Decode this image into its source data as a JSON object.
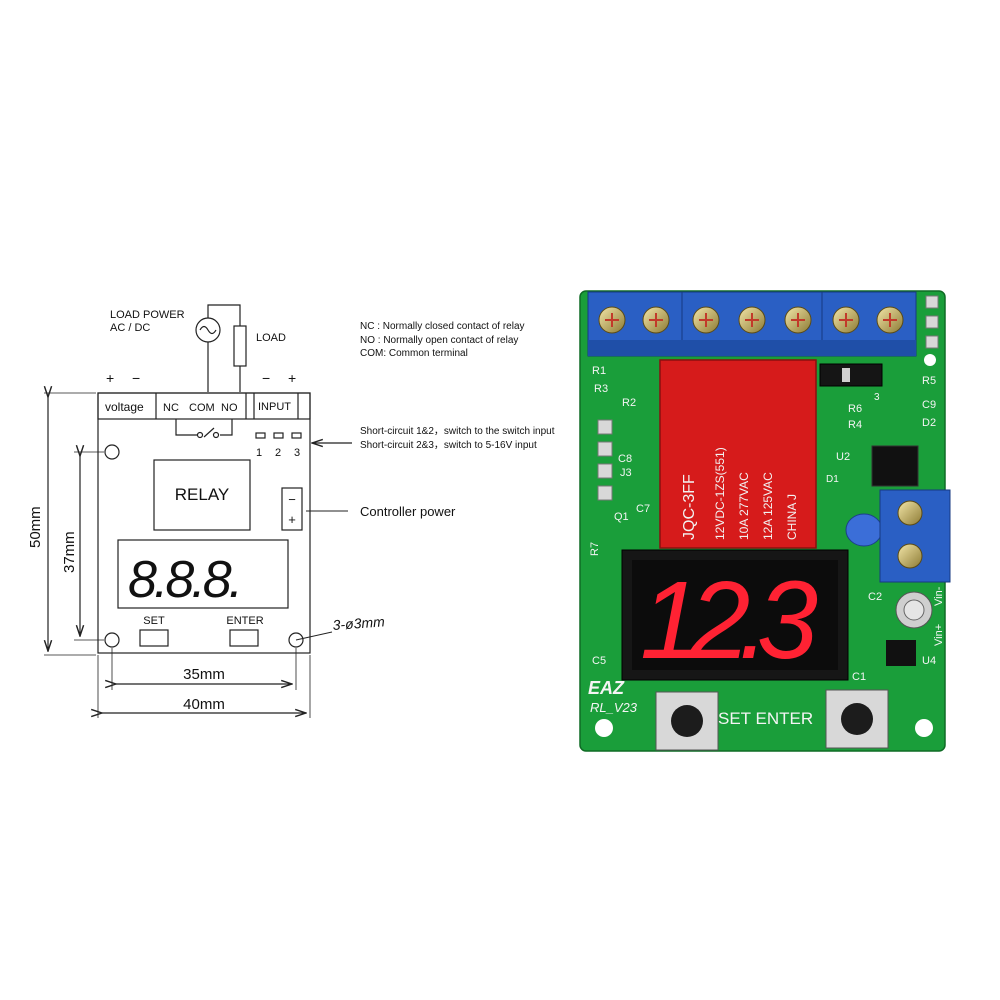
{
  "load_power": {
    "line1": "LOAD  POWER",
    "line2": "AC / DC"
  },
  "load_label": "LOAD",
  "polarity": {
    "plus": "+",
    "minus": "−"
  },
  "terminals": {
    "voltage": "voltage",
    "nc": "NC",
    "com": "COM",
    "no": "NO",
    "input": "INPUT"
  },
  "input_pins": [
    "1",
    "2",
    "3"
  ],
  "legend": [
    "NC :  Normally closed contact of relay",
    "NO :  Normally open   contact of relay",
    "COM: Common terminal"
  ],
  "short_circuit": [
    "Short-circuit 1&2，switch to the switch input",
    "Short-circuit 2&3，switch to  5-16V input"
  ],
  "relay_label": "RELAY",
  "display_text": "8.8.8.",
  "buttons": {
    "set": "SET",
    "enter": "ENTER"
  },
  "controller_power": "Controller power",
  "dimensions": {
    "height": "50mm",
    "inner_height": "37mm",
    "hole_spacing": "35mm",
    "width": "40mm",
    "holes": "3-ø3mm"
  },
  "photo": {
    "board_color": "#1a9e3a",
    "terminal_color": "#2a5fc4",
    "relay_model": "JQC-3FF",
    "relay_lines": [
      "12VDC-1ZS(551)",
      "10A 277VAC",
      "12A 125VAC",
      "CHINA   J"
    ],
    "led_digits": "12.3",
    "led_color": "#ff2233",
    "silkscreen": {
      "brand": "EAZ",
      "version": "RL_V23",
      "buttons": "SET ENTER",
      "refs": [
        "R1",
        "R2",
        "R3",
        "C8",
        "J3",
        "C7",
        "Q1",
        "R7",
        "R6",
        "R4",
        "R5",
        "C9",
        "D2",
        "U2",
        "D1",
        "C5",
        "C2",
        "C1",
        "U4",
        "Vin+",
        "Vin-",
        "3"
      ]
    }
  }
}
